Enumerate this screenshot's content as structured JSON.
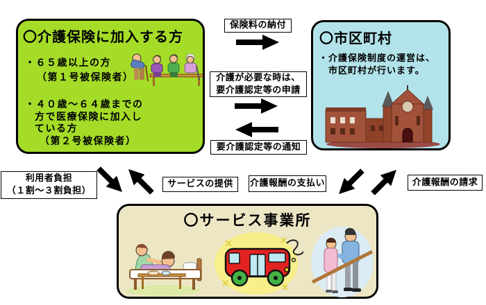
{
  "insured_box": {
    "title": "〇介護保険に加入する方",
    "lines": [
      "・６５歳以上の方",
      "（第１号被保険者）",
      "・４０歳～６４歳までの",
      "方で医療保険に加入し",
      "ている方",
      "（第２号被保険者）"
    ]
  },
  "municipality_box": {
    "title": "〇市区町村",
    "lines": [
      "・介護保険制度の運営は、",
      "市区町村が行います。"
    ]
  },
  "provider_box": {
    "title": "〇サービス事業所"
  },
  "labels": {
    "premium_payment": "保険料の納付",
    "care_request": [
      "介護が必要な時は、",
      "要介護認定等の申請"
    ],
    "certification_notice": "要介護認定等の通知",
    "user_burden": [
      "利用者負担",
      "（１割～３割負担）"
    ],
    "service_provision": "サービスの提供",
    "fee_payment": "介護報酬の支払い",
    "fee_claim": "介護報酬の請求"
  },
  "icons": {
    "arrow_right": "→",
    "arrow_left": "←",
    "arrow_down_right": "↘",
    "arrow_up_left": "↖",
    "arrow_down_left": "↙",
    "arrow_up_right": "↗"
  },
  "colors": {
    "insured_bg": "#a5dc28",
    "municipality_bg": "#b3e3ea",
    "provider_bg": "#ede6c4",
    "label_bg": "#ffffff",
    "border": "#000000",
    "arrow": "#000000"
  }
}
